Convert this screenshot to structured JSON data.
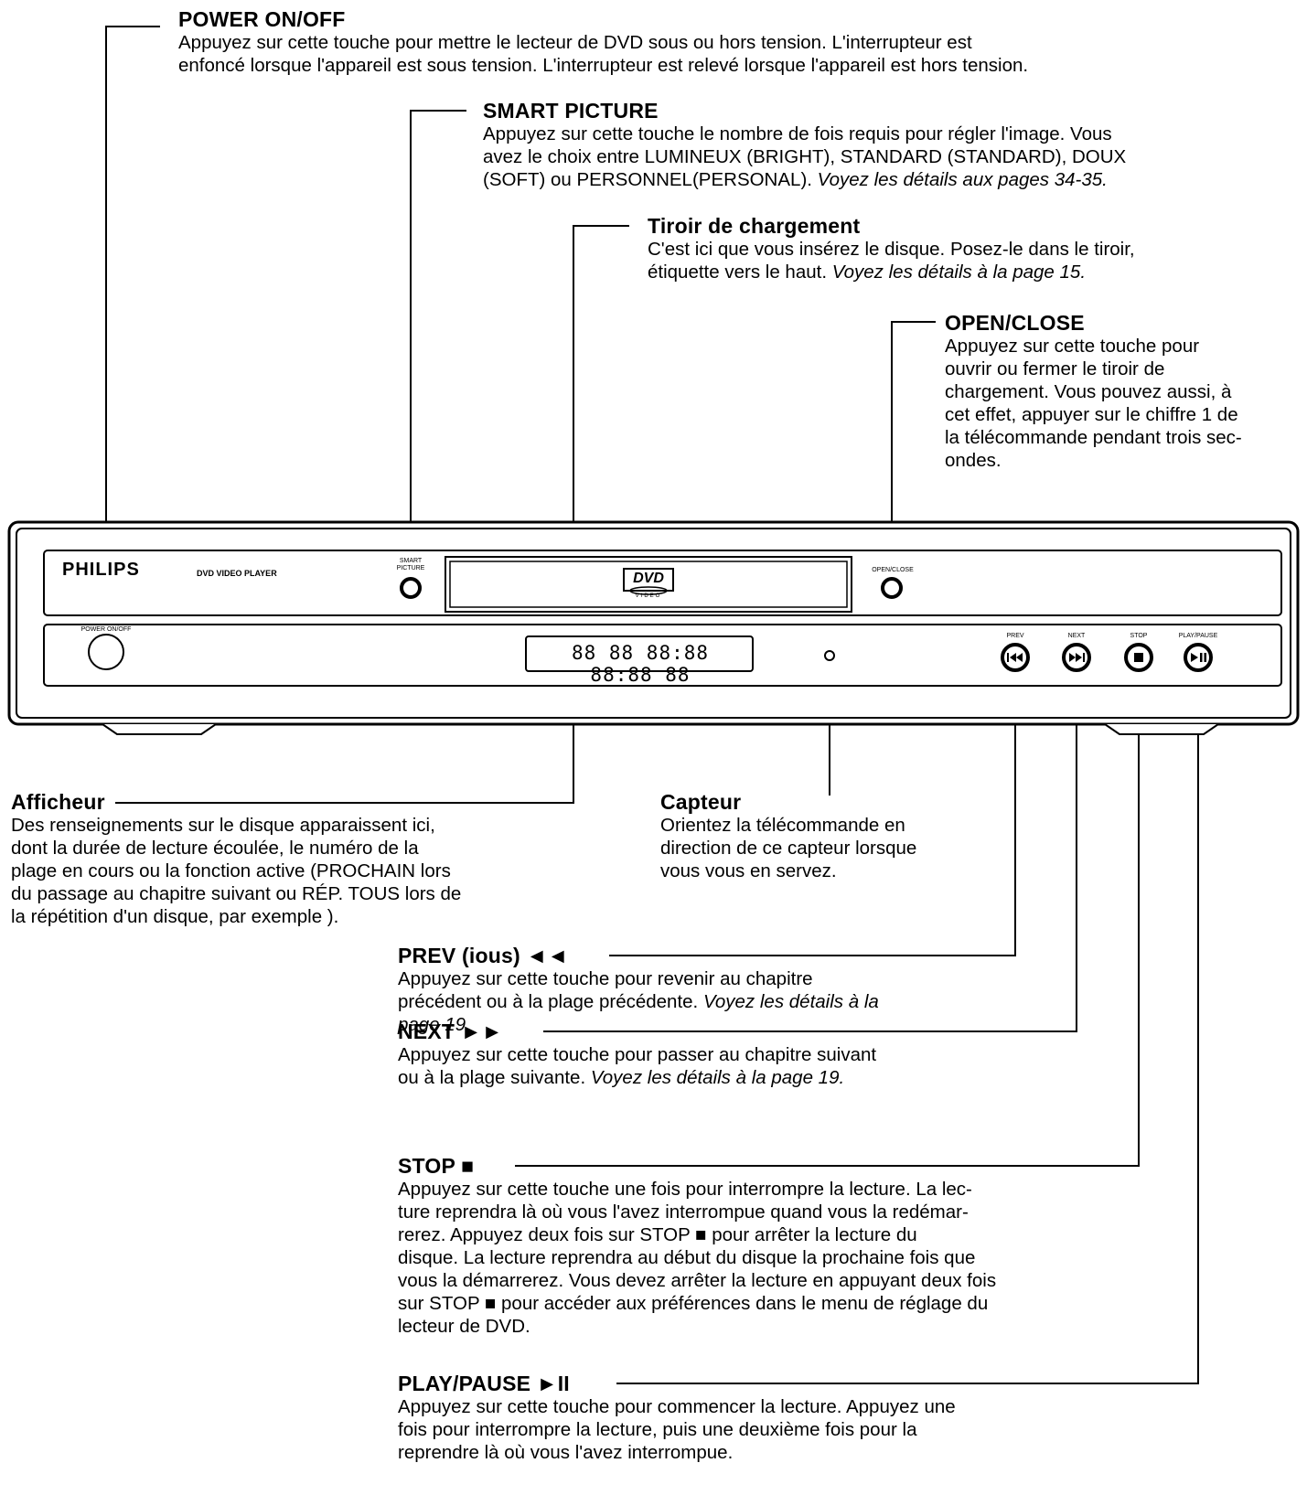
{
  "device": {
    "brand": "PHILIPS",
    "model_text": "DVD VIDEO PLAYER",
    "smart_picture_label_1": "SMART",
    "smart_picture_label_2": "PICTURE",
    "open_close_label": "OPEN/CLOSE",
    "power_label": "POWER ON/OFF",
    "dvd_logo": "DVD",
    "dvd_logo_sub": "VIDEO",
    "display_segments": "88 88 88:88 88:88 88",
    "prev_label": "PREV",
    "next_label": "NEXT",
    "stop_label": "STOP",
    "play_pause_label": "PLAY/PAUSE"
  },
  "callouts": {
    "power": {
      "title": "POWER ON/OFF",
      "lines": [
        "Appuyez sur cette touche pour mettre le lecteur de DVD sous ou hors tension. L'interrupteur est",
        "enfoncé lorsque l'appareil est sous tension. L'interrupteur est relevé lorsque l'appareil est hors tension."
      ]
    },
    "smart_picture": {
      "title": "SMART PICTURE",
      "lines": [
        "Appuyez sur cette touche le nombre de fois requis pour régler l'image. Vous",
        "avez le choix entre LUMINEUX (BRIGHT), STANDARD (STANDARD), DOUX"
      ],
      "line3": "(SOFT) ou PERSONNEL(PERSONAL). ",
      "line3_italic": "Voyez les détails aux pages 34-35."
    },
    "tray": {
      "title": "Tiroir de chargement",
      "line1": "C'est ici que vous insérez le disque. Posez-le dans le tiroir,",
      "line2": "étiquette vers le haut. ",
      "line2_italic": "Voyez les détails à la page 15."
    },
    "open_close": {
      "title": "OPEN/CLOSE",
      "lines": [
        "Appuyez sur cette touche pour",
        "ouvrir ou fermer le tiroir de",
        "chargement. Vous pouvez aussi, à",
        "cet effet, appuyer sur le chiffre 1 de",
        "la télécommande pendant trois sec-",
        "ondes."
      ]
    },
    "display": {
      "title": "Afficheur",
      "lines": [
        "Des renseignements sur le disque apparaissent ici,",
        "dont la durée de lecture écoulée, le numéro de la",
        "plage en cours ou la fonction active (PROCHAIN lors",
        "du passage au chapitre suivant ou RÉP. TOUS lors de",
        "la répétition d'un disque, par exemple )."
      ]
    },
    "sensor": {
      "title": "Capteur",
      "lines": [
        "Orientez la télécommande en",
        "direction de ce capteur lorsque",
        "vous vous en servez."
      ]
    },
    "prev": {
      "title": "PREV (ious) ◄◄",
      "line1": "Appuyez sur cette touche pour revenir au chapitre",
      "line2a": "précédent ou à la plage précédente. ",
      "line2_italic": "Voyez les détails à la",
      "line3_italic": "page 19."
    },
    "next": {
      "title": "NEXT ►►",
      "line1": "Appuyez sur cette touche pour passer au chapitre suivant",
      "line2a": "ou à la plage suivante.  ",
      "line2_italic": "Voyez les détails à la page 19."
    },
    "stop": {
      "title": "STOP ■",
      "lines": [
        "Appuyez sur cette touche une fois pour interrompre la lecture. La lec-",
        "ture reprendra là où vous l'avez interrompue quand vous la redémar-",
        "rerez. Appuyez deux fois sur STOP  ■ pour arrêter la lecture du",
        "disque. La lecture reprendra au début du disque la prochaine fois que",
        "vous la démarrerez. Vous devez arrêter la lecture en appuyant deux fois",
        "sur STOP  ■ pour accéder aux préférences dans le menu de réglage du",
        "lecteur de DVD."
      ]
    },
    "play": {
      "title": "PLAY/PAUSE ►II",
      "lines": [
        "Appuyez sur cette touche pour commencer la lecture. Appuyez une",
        "fois pour interrompre la lecture, puis une deuxième fois pour la",
        "reprendre là où vous l'avez interrompue."
      ]
    }
  }
}
